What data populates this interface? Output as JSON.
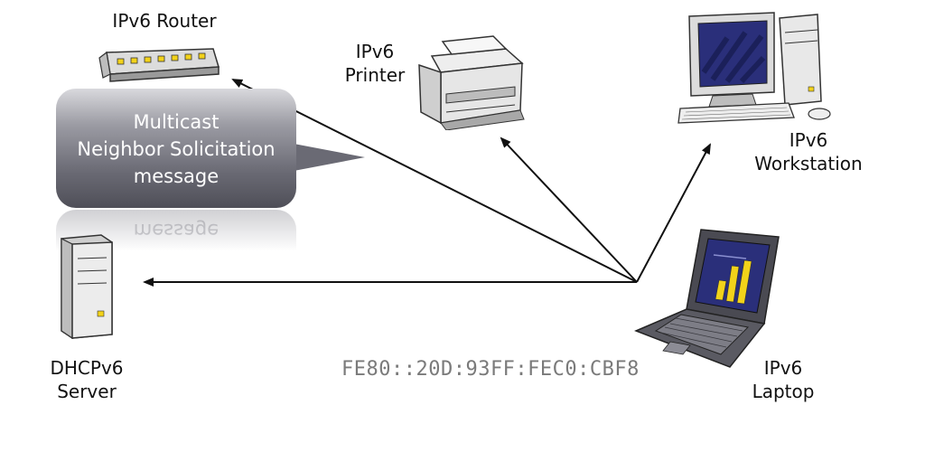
{
  "nodes": {
    "router": {
      "label": "IPv6 Router"
    },
    "printer": {
      "label_line1": "IPv6",
      "label_line2": "Printer"
    },
    "workstation": {
      "label_line1": "IPv6",
      "label_line2": "Workstation"
    },
    "dhcp": {
      "label_line1": "DHCPv6",
      "label_line2": "Server"
    },
    "laptop": {
      "label_line1": "IPv6",
      "label_line2": "Laptop"
    }
  },
  "callout": {
    "line1": "Multicast",
    "line2": "Neighbor Solicitation",
    "line3": "message",
    "reflection": "message"
  },
  "address": "FE80::20D:93FF:FEC0:CBF8",
  "colors": {
    "line": "#111111",
    "callout_dark": "#4f4f58",
    "address_text": "#7a7a7a",
    "screen_blue": "#2a2f7a",
    "chart_yellow": "#f2d21a"
  }
}
